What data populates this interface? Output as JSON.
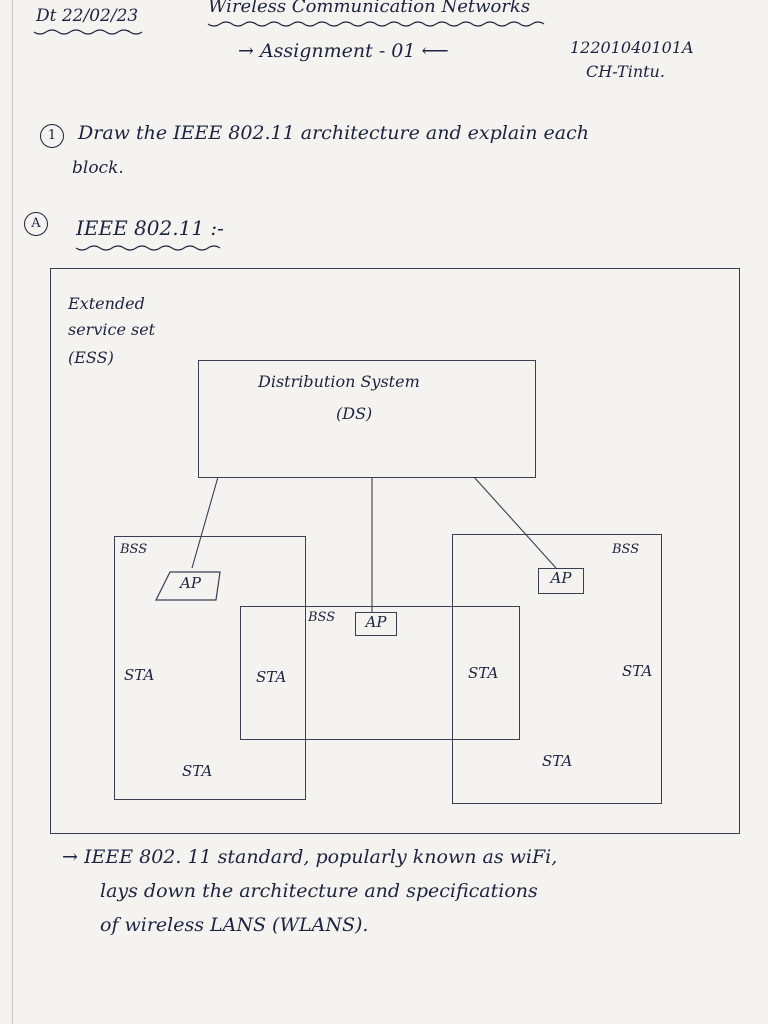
{
  "header": {
    "date": "Dt 22/02/23",
    "subject": "Wireless Communication Networks",
    "assignment": "→ Assignment - 01 ⟵",
    "roll_no": "12201040101A",
    "student": "CH-Tintu."
  },
  "question": {
    "number": "1",
    "line1": "Draw  the IEEE 802.11 architecture and explain each",
    "line2": "block."
  },
  "answer": {
    "marker": "A",
    "title": "IEEE 802.11 :-"
  },
  "diagram": {
    "ess_line1": "Extended",
    "ess_line2": "service set",
    "ess_line3": "(ESS)",
    "ds_label": "Distribution System",
    "ds_abbr": "(DS)",
    "bss_left": "BSS",
    "bss_right": "BSS",
    "bss_center": "BSS",
    "ap_left": "AP",
    "ap_center": "AP",
    "ap_right": "AP",
    "sta_left_outer": "STA",
    "sta_left_bottom": "STA",
    "sta_center_left": "STA",
    "sta_center_right": "STA",
    "sta_right_outer": "STA",
    "sta_right_bottom": "STA"
  },
  "body": {
    "line1": "→ IEEE  802. 11  standard,  popularly  known  as  wiFi,",
    "line2": "lays  down  the  architecture  and  specifications",
    "line3": "of  wireless  LANS (WLANS)."
  },
  "colors": {
    "ink": "#1c2340",
    "pencil": "#3a3e52",
    "paper": "#f4f3f0"
  }
}
